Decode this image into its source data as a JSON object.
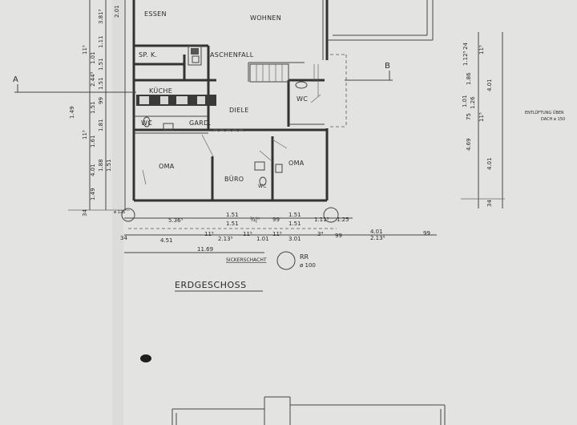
{
  "title": "ERDGESCHOSS",
  "rooms": {
    "essen": "ESSEN",
    "wohnen": "WOHNEN",
    "spk": "SP. K.",
    "aschenfall": "ASCHENFALL",
    "kueche": "KÜCHE",
    "wc_left": "WC",
    "gard": "GARD.",
    "diele": "DIELE",
    "wc_right": "WC",
    "oma_left": "OMA",
    "buero": "BÜRO",
    "oma_right": "OMA",
    "wc_small": "WC"
  },
  "section_marks": {
    "a": "A",
    "b": "B"
  },
  "annotations": {
    "sickerschacht": "SICKERSCHACHT",
    "rr": "RR",
    "rr_size": "ø 100",
    "entluftung_1": "ENTLÜFTUNG ÜBER",
    "entluftung_2": "DACH ø 150",
    "corner": "ø 125"
  },
  "dimensions": {
    "bottom_row1": [
      "5.36⁵",
      "1.51",
      "1.51",
      "¾|⁰",
      "99",
      "1.51",
      "1.51",
      "1.11⁵",
      "1.25"
    ],
    "bottom_row2": [
      "34",
      "4.51",
      "11⁵",
      "2.13⁵",
      "11⁵",
      "1.01",
      "11⁵",
      "3.01",
      "3⁴",
      "99",
      "4.01",
      "2.13⁵",
      "99"
    ],
    "bottom_total": "11.69",
    "left_vertical": [
      "3.81⁵",
      "2.01",
      "1.11",
      "1.01",
      "11⁵",
      "1.51",
      "2.44⁵",
      "99",
      "1.51",
      "1.51",
      "11⁵",
      "1.49",
      "1.81",
      "1.61",
      "4.01",
      "1.51",
      "1.88",
      "1.49",
      "34"
    ],
    "right_vertical": [
      "24",
      "1.12⁵",
      "11⁵",
      "1.86",
      "1.01",
      "1.26",
      "75",
      "11⁵",
      "4.01",
      "4.69",
      "4.01",
      "34"
    ]
  }
}
